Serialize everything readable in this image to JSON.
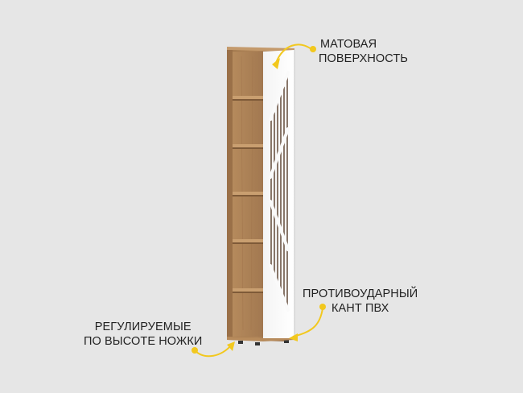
{
  "product": {
    "type": "narrow shelf cabinet",
    "shelf_count": 5,
    "colors": {
      "background": "#e6e6e6",
      "wood": "#a67c52",
      "wood_dark": "#8a6440",
      "door": "#fafafa",
      "accent_callout": "#f2c81e",
      "text": "#222222"
    }
  },
  "callouts": [
    {
      "id": "matte-surface",
      "lines": [
        "МАТОВАЯ",
        "ПОВЕРХНОСТЬ"
      ]
    },
    {
      "id": "impact-edge",
      "lines": [
        "ПРОТИВОУДАРНЫЙ",
        "КАНТ ПВХ"
      ]
    },
    {
      "id": "adjustable-legs",
      "lines": [
        "РЕГУЛИРУЕМЫЕ",
        "ПО ВЫСОТЕ НОЖКИ"
      ]
    }
  ]
}
